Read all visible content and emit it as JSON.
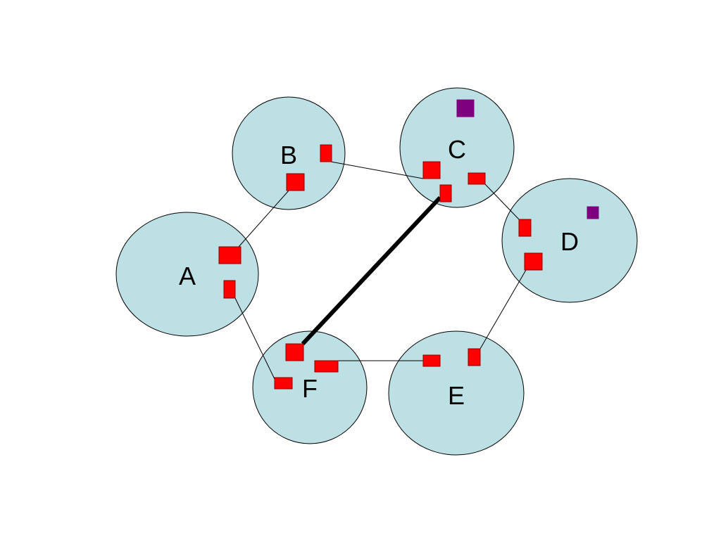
{
  "diagram": {
    "nodes": [
      {
        "id": "A",
        "label": "A"
      },
      {
        "id": "B",
        "label": "B"
      },
      {
        "id": "C",
        "label": "C"
      },
      {
        "id": "D",
        "label": "D"
      },
      {
        "id": "E",
        "label": "E"
      },
      {
        "id": "F",
        "label": "F"
      }
    ],
    "links": [
      {
        "from": "A",
        "to": "B",
        "style": "thin"
      },
      {
        "from": "B",
        "to": "C",
        "style": "thin"
      },
      {
        "from": "C",
        "to": "D",
        "style": "thin"
      },
      {
        "from": "D",
        "to": "E",
        "style": "thin"
      },
      {
        "from": "E",
        "to": "F",
        "style": "thin"
      },
      {
        "from": "F",
        "to": "A",
        "style": "thin"
      },
      {
        "from": "F",
        "to": "C",
        "style": "thick"
      }
    ]
  },
  "colors": {
    "node_fill": "#bce0e4",
    "node_stroke": "#000000",
    "port_fill": "#ff0000",
    "port_stroke": "#8b0000",
    "marker_fill": "#7f007f",
    "link_stroke": "#000000"
  }
}
